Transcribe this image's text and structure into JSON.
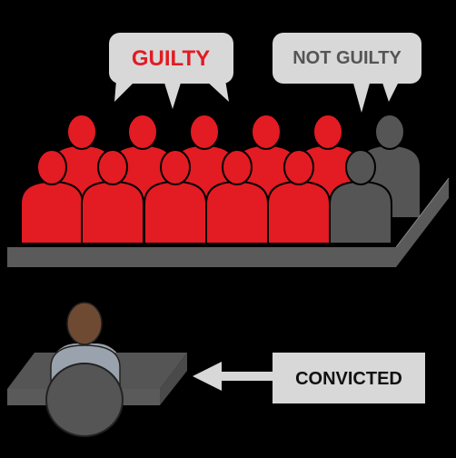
{
  "bubbles": {
    "guilty": {
      "label": "GUILTY",
      "color": "#e31b23",
      "fill": "#d8d8d8"
    },
    "not_guilty": {
      "label": "NOT GUILTY",
      "color": "#555555",
      "fill": "#d8d8d8"
    }
  },
  "jury": {
    "guilty_color": "#e31b23",
    "not_guilty_color": "#555555",
    "guilty_count": 10,
    "not_guilty_count": 2
  },
  "verdict": {
    "label": "CONVICTED",
    "fill": "#d8d8d8",
    "text_color": "#111111"
  },
  "defendant": {
    "skin_color": "#6e4a32",
    "shirt_color": "#9aa3ad",
    "chair_color": "#555555"
  }
}
